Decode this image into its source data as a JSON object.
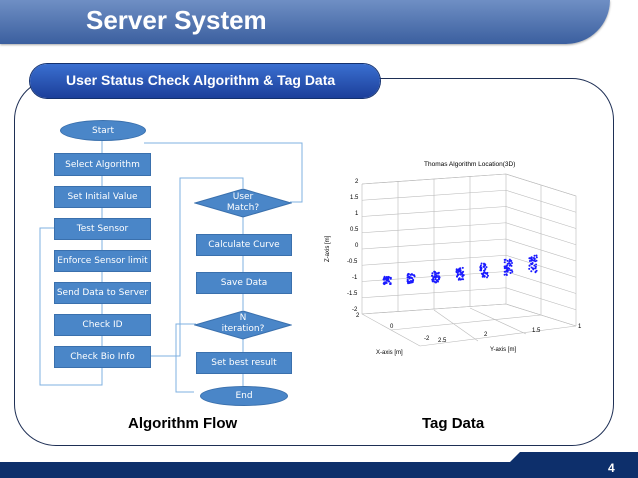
{
  "slide": {
    "title": "Server System",
    "section": "User Status Check Algorithm & Tag Data",
    "page_number": "4"
  },
  "flow": {
    "start": "Start",
    "left_steps": [
      "Select Algorithm",
      "Set Initial Value",
      "Test Sensor",
      "Enforce Sensor limit",
      "Send Data to Server",
      "Check ID",
      "Check Bio Info"
    ],
    "decision1": [
      "User",
      "Match?"
    ],
    "calc": "Calculate Curve",
    "save": "Save Data",
    "decision2": [
      "N",
      "iteration?"
    ],
    "best": "Set best result",
    "end": "End"
  },
  "captions": {
    "left": "Algorithm Flow",
    "right": "Tag Data"
  },
  "chart_data": {
    "type": "scatter",
    "title": "Thomas Algorithm Location(3D)",
    "xlabel": "X-axis [m]",
    "ylabel": "Y-axis [m]",
    "zlabel": "Z-axis [m]",
    "z_ticks": [
      "2",
      "1.5",
      "1",
      "0.5",
      "0",
      "-0.5",
      "-1",
      "-1.5",
      "-2"
    ],
    "x_ticks": [
      "2",
      "0",
      "-2"
    ],
    "y_ticks": [
      "2.5",
      "2",
      "1.5",
      "1"
    ],
    "zlim": [
      -2,
      2
    ],
    "grid": true,
    "color": "#1a1aff",
    "clusters": [
      {
        "x": 0,
        "y": 2.5,
        "z": -0.9
      },
      {
        "x": 0,
        "y": 2.3,
        "z": -0.85
      },
      {
        "x": 0,
        "y": 2.1,
        "z": -0.8
      },
      {
        "x": 0,
        "y": 1.9,
        "z": -0.7
      },
      {
        "x": 0,
        "y": 1.7,
        "z": -0.6
      },
      {
        "x": 0,
        "y": 1.5,
        "z": -0.5
      },
      {
        "x": 0,
        "y": 1.3,
        "z": -0.4
      }
    ]
  },
  "colors": {
    "flow_box": "#4a86c8",
    "banner": "#3b5f9f",
    "footer": "#0d2f6b"
  }
}
